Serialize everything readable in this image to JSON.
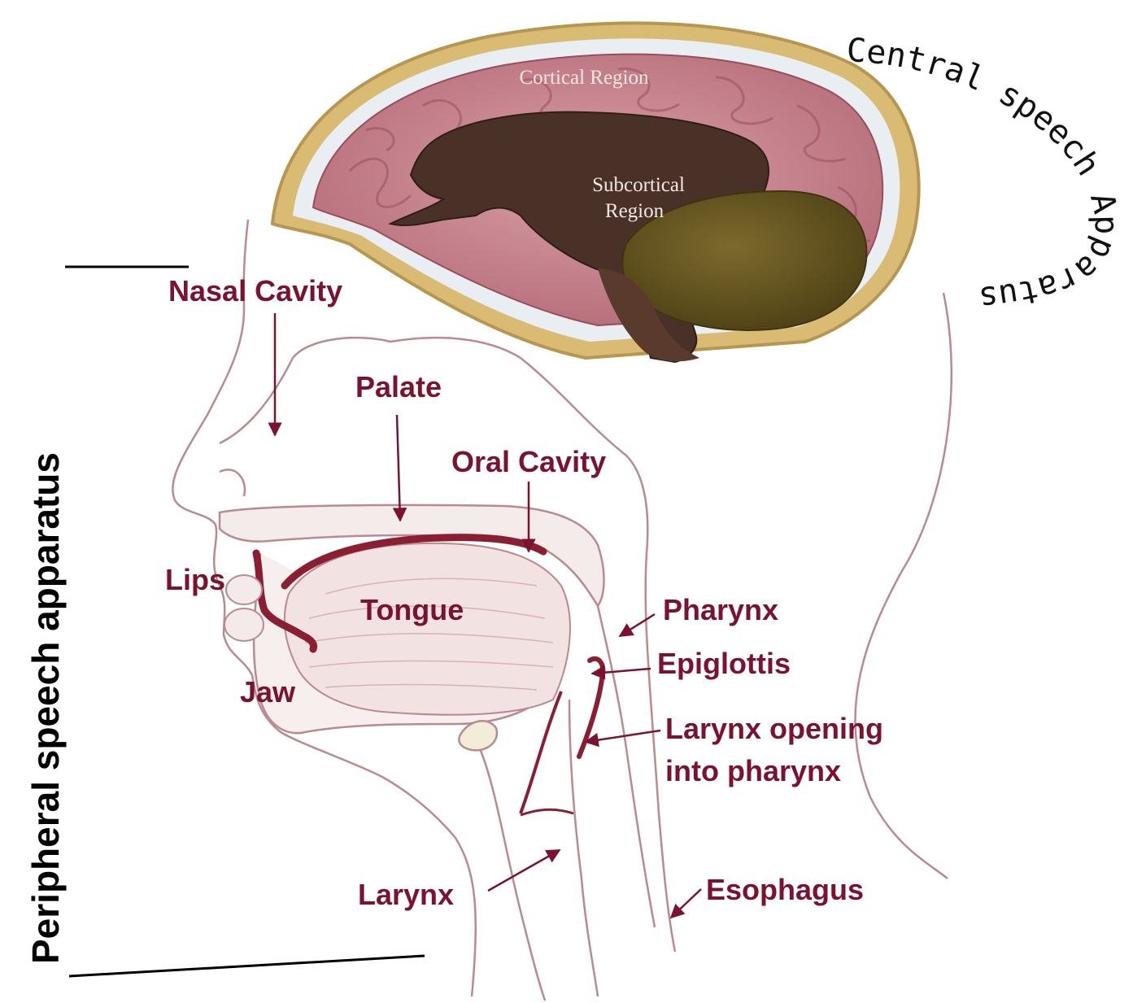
{
  "colors": {
    "label": "#7a1230",
    "tissue_line": "#b98a8f",
    "tissue_dark": "#8a1f33",
    "brain_cortex": "#c98a93",
    "brain_subcortex": "#4a3127",
    "brain_cerebellum": "#6d5a23",
    "skull": "#d7b56b"
  },
  "brain": {
    "cortical": "Cortical Region",
    "subcortical_line1": "Subcortical",
    "subcortical_line2": "Region"
  },
  "central_title": "Central speech Apparatus",
  "peripheral_title": "Peripheral speech apparatus",
  "labels": {
    "nasal_cavity": "Nasal Cavity",
    "palate": "Palate",
    "oral_cavity": "Oral Cavity",
    "lips": "Lips",
    "tongue": "Tongue",
    "jaw": "Jaw",
    "pharynx": "Pharynx",
    "epiglottis": "Epiglottis",
    "larynx_opening_line1": "Larynx opening",
    "larynx_opening_line2": "into pharynx",
    "larynx": "Larynx",
    "esophagus": "Esophagus"
  }
}
